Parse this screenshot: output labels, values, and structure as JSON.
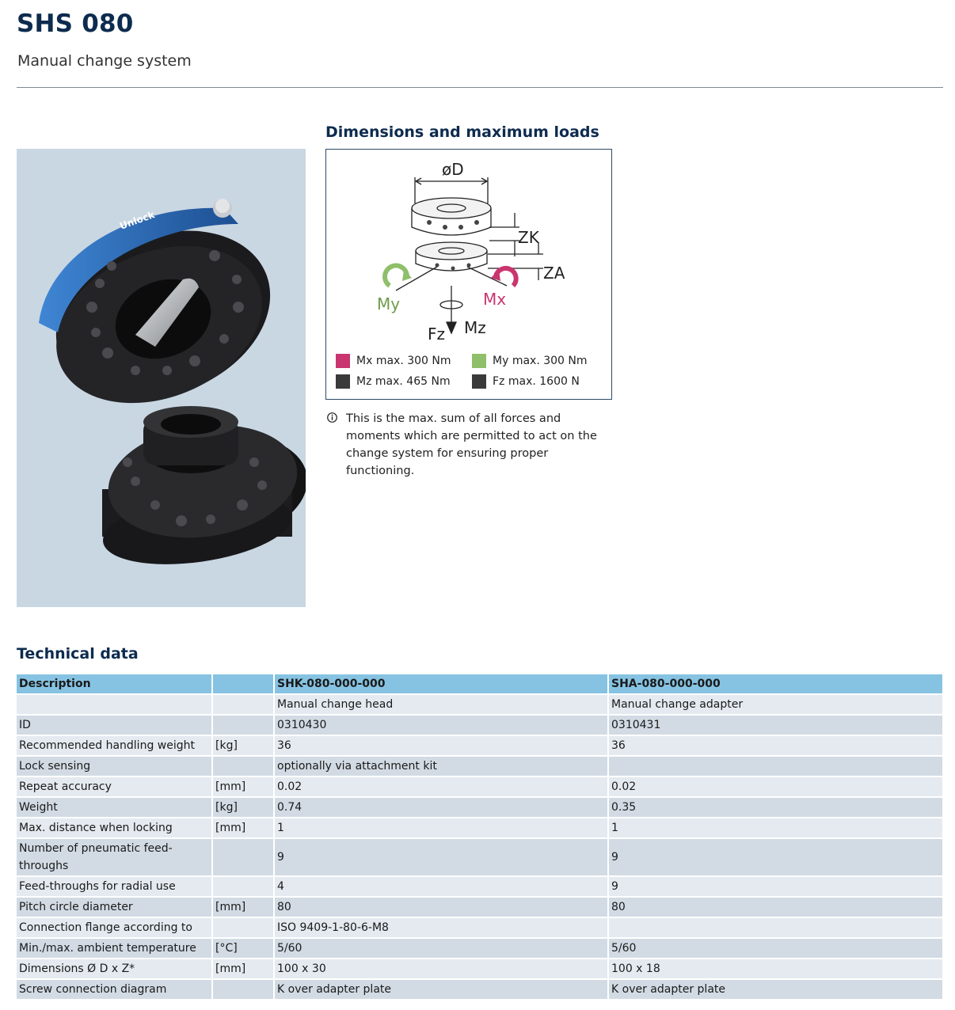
{
  "header": {
    "title": "SHS 080",
    "subtitle": "Manual change system"
  },
  "product_photo": {
    "label_unlock": "Unlock",
    "colors": {
      "background": "#c9d7e3",
      "blue_ring": "#2f6fb8",
      "black_body": "#1b1b1d",
      "pin": "#b9bcbf"
    }
  },
  "dimensions": {
    "heading": "Dimensions and maximum loads",
    "drawing_labels": {
      "diameter": "øD",
      "zk": "ZK",
      "za": "ZA",
      "my": "My",
      "mx": "Mx",
      "fz": "Fz",
      "mz": "Mz"
    },
    "legend": [
      {
        "label": "Mx max.",
        "value": "300 Nm",
        "color": "#c9356f"
      },
      {
        "label": "My max.",
        "value": "300 Nm",
        "color": "#8fbf6a"
      },
      {
        "label": "Mz max.",
        "value": "465 Nm",
        "color": "#3a3a3a"
      },
      {
        "label": "Fz max.",
        "value": "1600 N",
        "color": "#3a3a3a"
      }
    ],
    "note": "This is the max. sum of all forces and moments which are permitted to act on the change system for ensuring proper functioning."
  },
  "technical_data": {
    "heading": "Technical data",
    "columns": [
      "Description",
      "",
      "SHK-080-000-000",
      "SHA-080-000-000"
    ],
    "rows": [
      [
        "",
        "",
        "Manual change head",
        "Manual change adapter"
      ],
      [
        "ID",
        "",
        "0310430",
        "0310431"
      ],
      [
        "Recommended handling weight",
        "[kg]",
        "36",
        "36"
      ],
      [
        "Lock sensing",
        "",
        "optionally via attachment kit",
        ""
      ],
      [
        "Repeat accuracy",
        "[mm]",
        "0.02",
        "0.02"
      ],
      [
        "Weight",
        "[kg]",
        "0.74",
        "0.35"
      ],
      [
        "Max. distance when locking",
        "[mm]",
        "1",
        "1"
      ],
      [
        "Number of pneumatic feed-throughs",
        "",
        "9",
        "9"
      ],
      [
        "Feed-throughs for radial use",
        "",
        "4",
        "9"
      ],
      [
        "Pitch circle diameter",
        "[mm]",
        "80",
        "80"
      ],
      [
        "Connection flange according to",
        "",
        "ISO 9409-1-80-6-M8",
        ""
      ],
      [
        "Min./max. ambient temperature",
        "[°C]",
        "5/60",
        "5/60"
      ],
      [
        "Dimensions Ø D x Z*",
        "[mm]",
        "100 x 30",
        "100 x 18"
      ],
      [
        "Screw connection diagram",
        "",
        "K over adapter plate",
        "K over adapter plate"
      ]
    ]
  }
}
